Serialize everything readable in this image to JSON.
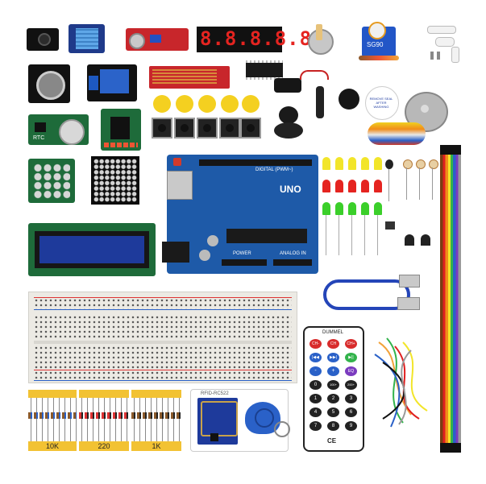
{
  "segment_display": {
    "digits": "8.8.8.8.8"
  },
  "arduino": {
    "digital_label": "DIGITAL (PWM~)",
    "analog_label": "ANALOG IN",
    "power_label": "POWER",
    "uno_label": "UNO"
  },
  "rtc_module": {
    "label": "RTC"
  },
  "servo": {
    "label": "SG90"
  },
  "buzzer": {
    "sticker": "REMOVE SEAL AFTER WASHING"
  },
  "remote": {
    "brand": "DUMMEL",
    "row1": [
      "CH-",
      "CH",
      "CH+"
    ],
    "row2": [
      "|◀◀",
      "▶▶|",
      "▶||"
    ],
    "row3": [
      "-",
      "+",
      "EQ"
    ],
    "row4": [
      "0",
      "100+",
      "200+"
    ],
    "row5": [
      "1",
      "2",
      "3"
    ],
    "row6": [
      "4",
      "5",
      "6"
    ],
    "row7": [
      "7",
      "8",
      "9"
    ],
    "logo": "CE"
  },
  "resistor_packs": [
    "10K",
    "220",
    "1K"
  ],
  "rfid": {
    "label": "RFID-RC522"
  },
  "colors": {
    "board_blue": "#1e5aa8",
    "module_green": "#1e6b3a",
    "pcb_red": "#c8262b",
    "segment_red": "#e52420",
    "label_yellow": "#f2c233"
  }
}
